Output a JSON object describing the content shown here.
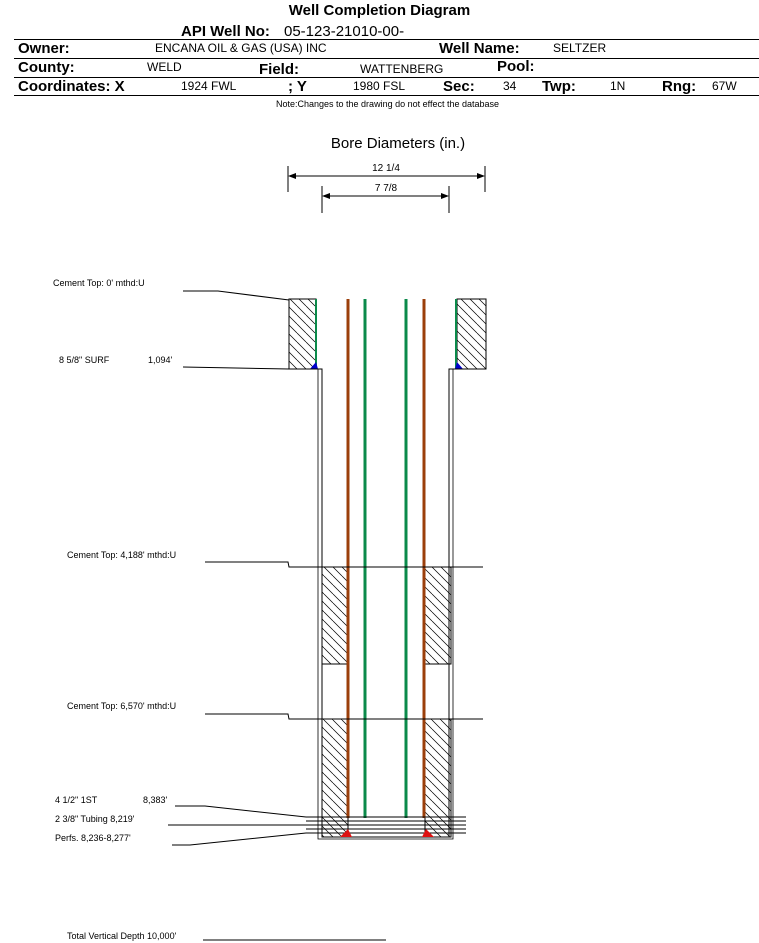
{
  "header": {
    "title": "Well Completion Diagram",
    "api_label": "API Well No:",
    "api_value": "05-123-21010-00-",
    "owner_label": "Owner:",
    "owner_value": "ENCANA OIL & GAS (USA) INC",
    "well_name_label": "Well Name:",
    "well_name_value": "SELTZER",
    "county_label": "County:",
    "county_value": "WELD",
    "field_label": "Field:",
    "field_value": "WATTENBERG",
    "pool_label": "Pool:",
    "pool_value": "",
    "coord_x_label": "Coordinates: X",
    "coord_x_value": "1924 FWL",
    "coord_y_label": "; Y",
    "coord_y_value": "1980 FSL",
    "sec_label": "Sec:",
    "sec_value": "34",
    "twp_label": "Twp:",
    "twp_value": "1N",
    "rng_label": "Rng:",
    "rng_value": "67W",
    "note": "Note:Changes to the drawing do not effect the database"
  },
  "diagram": {
    "bore_title": "Bore Diameters (in.)",
    "bore_outer": "12 1/4",
    "bore_inner": "7 7/8",
    "labels": {
      "cement_top_0": "Cement Top: 0' mthd:U",
      "surface_casing": "8 5/8\" SURF",
      "surface_depth": "1,094'",
      "cement_top_4188": "Cement Top: 4,188' mthd:U",
      "cement_top_6570": "Cement Top: 6,570' mthd:U",
      "prod_casing": "4 1/2\" 1ST",
      "prod_depth": "8,383'",
      "tubing": "2 3/8\" Tubing 8,219'",
      "perfs": "Perfs. 8,236-8,277'",
      "tvd": "Total Vertical Depth 10,000'"
    },
    "colors": {
      "line": "#000000",
      "green_tube": "#0b8a4a",
      "brown_tube": "#9b3f0b",
      "blue_shoe": "#0000cc",
      "red_perf": "#dd1111"
    }
  }
}
